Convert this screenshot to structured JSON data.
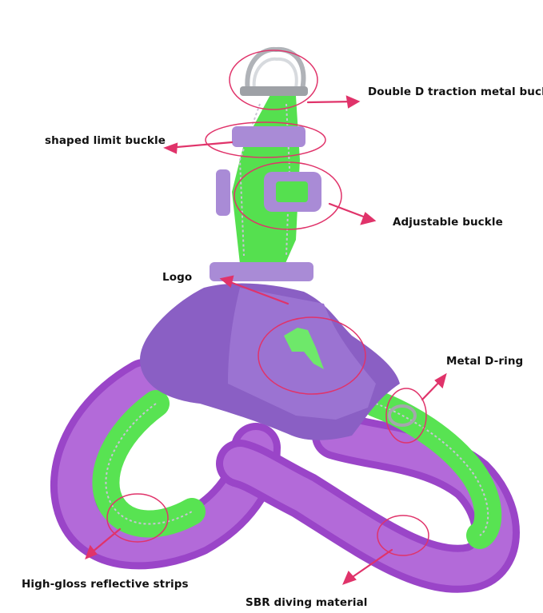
{
  "product_image": {
    "subject": "dog harness",
    "colors": {
      "webbing": "#5fe85a",
      "padding": "#a24fcd",
      "chest_plate": "#8a5fc4",
      "plastic_parts": "#a98bd6",
      "metal": "#b9bcc2",
      "callouts": "#e0336a"
    }
  },
  "annotations": {
    "double_d": "Double D traction metal buckle",
    "shaped_limit": "shaped limit buckle",
    "adjustable": "Adjustable buckle",
    "logo": "Logo",
    "metal_d_ring": "Metal D-ring",
    "reflective": "High-gloss reflective strips",
    "sbr": "SBR diving material"
  }
}
